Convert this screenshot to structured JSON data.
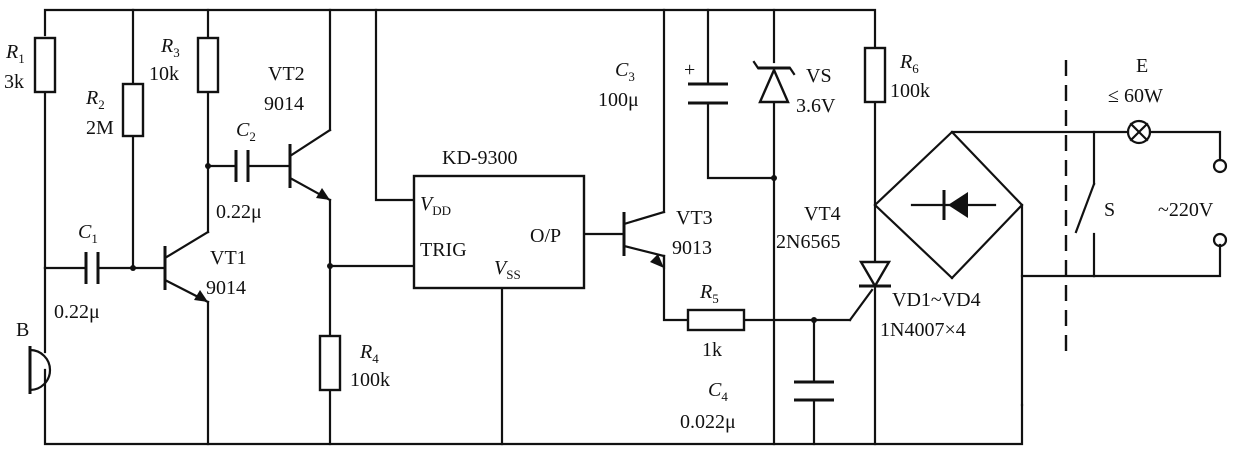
{
  "components": {
    "R1": {
      "name": "R",
      "sub": "1",
      "value": "3k"
    },
    "R2": {
      "name": "R",
      "sub": "2",
      "value": "2M"
    },
    "R3": {
      "name": "R",
      "sub": "3",
      "value": "10k"
    },
    "R4": {
      "name": "R",
      "sub": "4",
      "value": "100k"
    },
    "R5": {
      "name": "R",
      "sub": "5",
      "value": "1k"
    },
    "R6": {
      "name": "R",
      "sub": "6",
      "value": "100k"
    },
    "C1": {
      "name": "C",
      "sub": "1",
      "value": "0.22μ"
    },
    "C2": {
      "name": "C",
      "sub": "2",
      "value": "0.22μ"
    },
    "C3": {
      "name": "C",
      "sub": "3",
      "value": "100μ"
    },
    "C4": {
      "name": "C",
      "sub": "4",
      "value": "0.022μ"
    },
    "VT1": {
      "name": "VT1",
      "value": "9014"
    },
    "VT2": {
      "name": "VT2",
      "value": "9014"
    },
    "VT3": {
      "name": "VT3",
      "value": "9013"
    },
    "VT4": {
      "name": "VT4",
      "value": "2N6565"
    },
    "VS": {
      "name": "VS",
      "value": "3.6V"
    },
    "B": {
      "name": "B"
    },
    "S": {
      "name": "S"
    },
    "E": {
      "name": "E",
      "value": "≤ 60W"
    },
    "VD": {
      "name": "VD1~VD4",
      "value": "1N4007×4"
    },
    "mains": {
      "value": "~220V"
    }
  },
  "ic": {
    "title": "KD-9300",
    "vdd": "V",
    "vdd_sub": "DD",
    "trig": "TRIG",
    "vss": "V",
    "vss_sub": "SS",
    "op": "O/P"
  },
  "polarity_plus": "+"
}
